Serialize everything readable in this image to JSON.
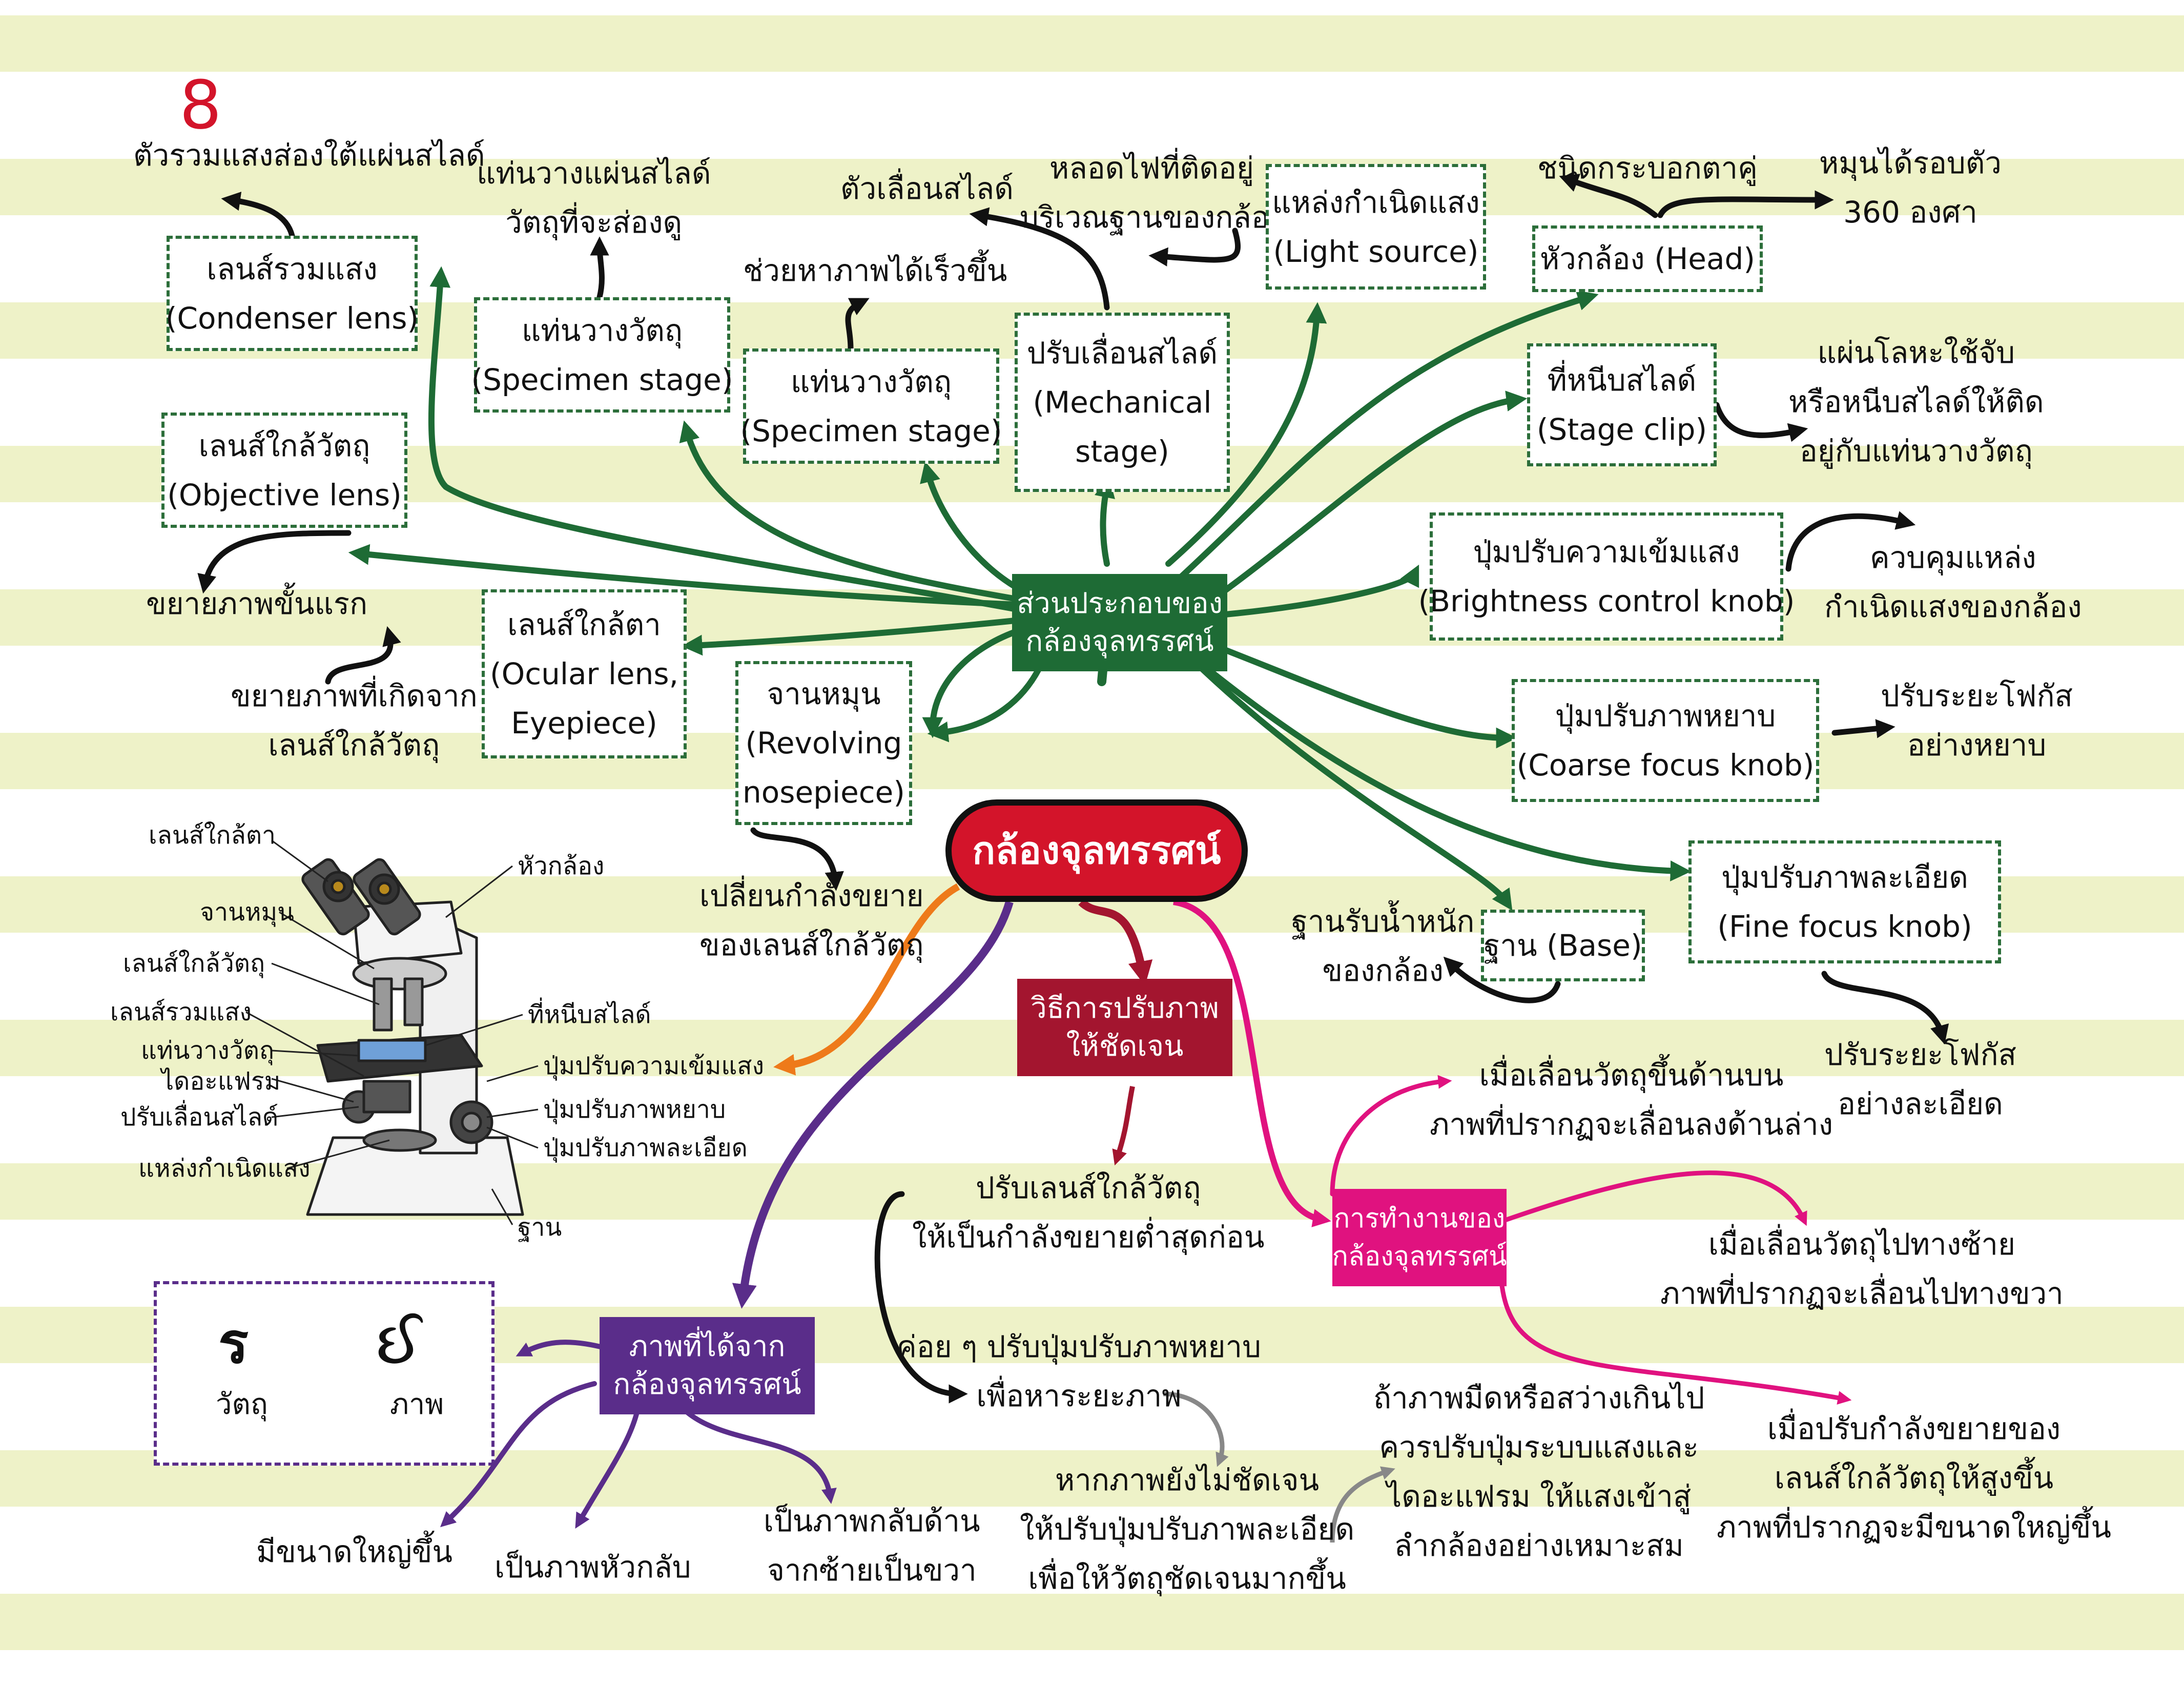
{
  "page_number": "8",
  "center": {
    "label": "กล้องจุลทรรศน์"
  },
  "parts_hub": {
    "line1": "ส่วนประกอบของ",
    "line2": "กล้องจุลทรรศน์"
  },
  "adjust_hub": {
    "line1": "วิธีการปรับภาพ",
    "line2": "ให้ชัดเจน"
  },
  "function_hub": {
    "line1": "การทำงานของ",
    "line2": "กล้องจุลทรรศน์"
  },
  "image_hub": {
    "line1": "ภาพที่ได้จาก",
    "line2": "กล้องจุลทรรศน์"
  },
  "parts": {
    "condenser": {
      "line1": "เลนส์รวมแสง",
      "line2": "(Condenser lens)",
      "note": "ตัวรวมแสงส่องใต้แผ่นสไลด์"
    },
    "stage_left": {
      "line1": "แท่นวางวัตถุ",
      "line2": "(Specimen stage)",
      "note1": "แท่นวางแผ่นสไลด์",
      "note2": "วัตถุที่จะส่องดู"
    },
    "stage_mid": {
      "line1": "แท่นวางวัตถุ",
      "line2": "(Specimen stage)",
      "note": "ช่วยหาภาพได้เร็วขึ้น"
    },
    "mechanical": {
      "line1": "ปรับเลื่อนสไลด์",
      "line2": "(Mechanical",
      "line3": "stage)",
      "note": "ตัวเลื่อนสไลด์"
    },
    "light": {
      "line1": "แหล่งกำเนิดแสง",
      "line2": "(Light source)",
      "note1": "หลอดไฟที่ติดอยู่",
      "note2": "บริเวณฐานของกล้อง"
    },
    "head": {
      "line1": "หัวกล้อง (Head)",
      "note_a": "ชนิดกระบอกตาคู่",
      "note_b1": "หมุนได้รอบตัว",
      "note_b2": "360 องศา"
    },
    "objective": {
      "line1": "เลนส์ใกล้วัตถุ",
      "line2": "(Objective lens)",
      "note": "ขยายภาพขั้นแรก"
    },
    "ocular": {
      "line1": "เลนส์ใกล้ตา",
      "line2": "(Ocular lens,",
      "line3": "Eyepiece)",
      "note1": "ขยายภาพที่เกิดจาก",
      "note2": "เลนส์ใกล้วัตถุ"
    },
    "nosepiece": {
      "line1": "จานหมุน",
      "line2": "(Revolving",
      "line3": "nosepiece)",
      "note1": "เปลี่ยนกำลังขยาย",
      "note2": "ของเลนส์ใกล้วัตถุ"
    },
    "stage_clip": {
      "line1": "ที่หนีบสไลด์",
      "line2": "(Stage clip)",
      "note1": "แผ่นโลหะใช้จับ",
      "note2": "หรือหนีบสไลด์ให้ติด",
      "note3": "อยู่กับแท่นวางวัตถุ"
    },
    "brightness": {
      "line1": "ปุ่มปรับความเข้มแสง",
      "line2": "(Brightness control knob)",
      "note1": "ควบคุมแหล่ง",
      "note2": "กำเนิดแสงของกล้อง"
    },
    "coarse": {
      "line1": "ปุ่มปรับภาพหยาบ",
      "line2": "(Coarse focus knob)",
      "note1": "ปรับระยะโฟกัส",
      "note2": "อย่างหยาบ"
    },
    "base": {
      "line1": "ฐาน (Base)",
      "note1": "ฐานรับน้ำหนัก",
      "note2": "ของกล้อง"
    },
    "fine": {
      "line1": "ปุ่มปรับภาพละเอียด",
      "line2": "(Fine focus knob)",
      "note1": "ปรับระยะโฟกัส",
      "note2": "อย่างละเอียด"
    }
  },
  "microscope_labels": {
    "left": [
      "เลนส์ใกล้ตา",
      "จานหมุน",
      "เลนส์ใกล้วัตถุ",
      "เลนส์รวมแสง",
      "แท่นวางวัตถุ",
      "ไดอะแฟรม",
      "ปรับเลื่อนสไลด์",
      "แหล่งกำเนิดแสง"
    ],
    "right": [
      "หัวกล้อง",
      "ที่หนีบสไลด์",
      "ปุ่มปรับความเข้มแสง",
      "ปุ่มปรับภาพหยาบ",
      "ปุ่มปรับภาพละเอียด",
      "ฐาน"
    ]
  },
  "adjust": {
    "step1_a": "ปรับเลนส์ใกล้วัตถุ",
    "step1_b": "ให้เป็นกำลังขยายต่ำสุดก่อน",
    "step2_a": "ค่อย ๆ ปรับปุ่มปรับภาพหยาบ",
    "step2_b": "เพื่อหาระยะภาพ",
    "step3_a": "หากภาพยังไม่ชัดเจน",
    "step3_b": "ให้ปรับปุ่มปรับภาพละเอียด",
    "step3_c": "เพื่อให้วัตถุชัดเจนมากขึ้น",
    "step4_a": "ถ้าภาพมืดหรือสว่างเกินไป",
    "step4_b": "ควรปรับปุ่มระบบแสงและ",
    "step4_c": "ไดอะแฟรม ให้แสงเข้าสู่",
    "step4_d": "ลำกล้องอย่างเหมาะสม"
  },
  "function": {
    "f1_a": "เมื่อเลื่อนวัตถุขึ้นด้านบน",
    "f1_b": "ภาพที่ปรากฏจะเลื่อนลงด้านล่าง",
    "f2_a": "เมื่อเลื่อนวัตถุไปทางซ้าย",
    "f2_b": "ภาพที่ปรากฏจะเลื่อนไปทางขวา",
    "f3_a": "เมื่อปรับกำลังขยายของ",
    "f3_b": "เลนส์ใกล้วัตถุให้สูงขึ้น",
    "f3_c": "ภาพที่ปรากฏจะมีขนาดใหญ่ขึ้น"
  },
  "image": {
    "object_glyph": "ร",
    "image_glyph": "ઈ",
    "object_label": "วัตถุ",
    "image_label": "ภาพ",
    "p1": "มีขนาดใหญ่ขึ้น",
    "p2": "เป็นภาพหัวกลับ",
    "p3_a": "เป็นภาพกลับด้าน",
    "p3_b": "จากซ้ายเป็นขวา"
  },
  "colors": {
    "parts": "#1e6b35",
    "center": "#d3142a",
    "adjust": "#a3152f",
    "function": "#e0127f",
    "image": "#5a2d8a",
    "orange": "#ee7a1a",
    "stripe": "#eef2c8",
    "box_border": "#2c6e3a"
  }
}
